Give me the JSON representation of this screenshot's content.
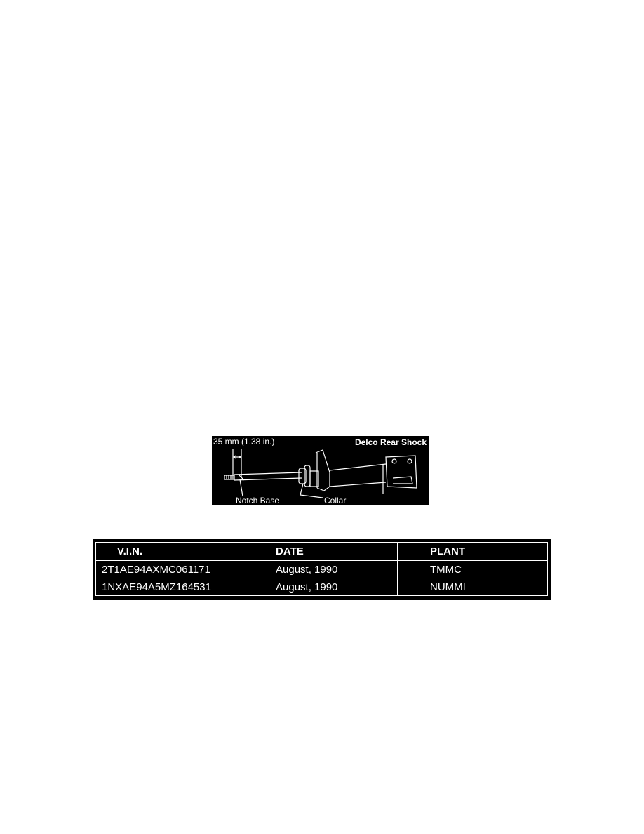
{
  "figure": {
    "dimension_label": "35 mm (1.38 in.)",
    "title": "Delco Rear Shock",
    "callout_notch": "Notch Base",
    "callout_collar": "Collar"
  },
  "vin_table": {
    "headers": [
      "V.I.N.",
      "DATE",
      "PLANT"
    ],
    "rows": [
      [
        "2T1AE94AXMC061171",
        "August, 1990",
        "TMMC"
      ],
      [
        "1NXAE94A5MZ164531",
        "August, 1990",
        "NUMMI"
      ]
    ]
  }
}
